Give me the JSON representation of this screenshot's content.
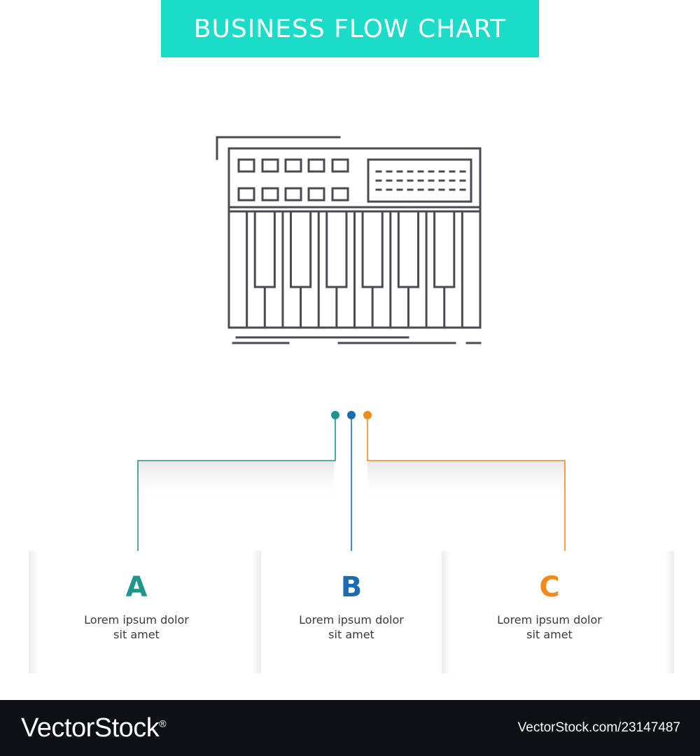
{
  "header": {
    "title": "BUSINESS FLOW CHART",
    "color": "#1bdcc8"
  },
  "icon": {
    "name": "synthesizer-keyboard-icon",
    "stroke_color": "#4a4a52"
  },
  "flow": {
    "items": [
      {
        "letter": "A",
        "text": "Lorem ipsum dolor sit amet",
        "color": "#1f968c"
      },
      {
        "letter": "B",
        "text": "Lorem ipsum dolor sit amet",
        "color": "#1d6cb0"
      },
      {
        "letter": "C",
        "text": "Lorem ipsum dolor sit amet",
        "color": "#f08a1d"
      }
    ]
  },
  "footer": {
    "logo": "VectorStock",
    "logo_mark": "®",
    "image_id": "VectorStock.com/23147487"
  }
}
